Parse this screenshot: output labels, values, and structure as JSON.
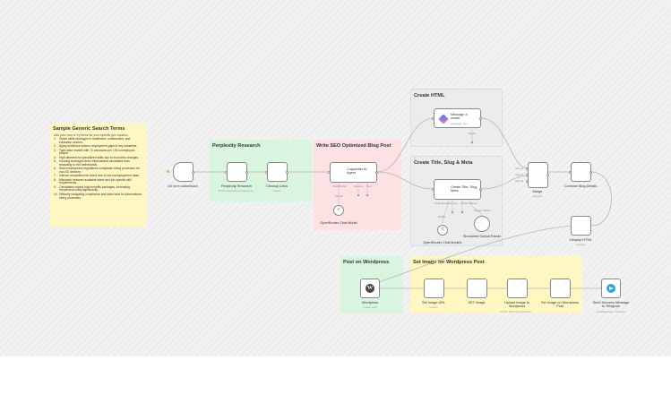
{
  "note": {
    "title": "Sample Generic Search Terms",
    "subtitle": "Add your own or try these for your specific gen location.",
    "items": [
      {
        "num": "1.",
        "text": "Green skills shortages in healthcare, construction, and education sectors."
      },
      {
        "num": "2.",
        "text": "Aging workforce widens employment gaps in key industries."
      },
      {
        "num": "3.",
        "text": "Tight labor market with 70 vacancies per 100 unemployed people."
      },
      {
        "num": "4.",
        "text": "High demand for specialized skills due to economic changes."
      },
      {
        "num": "5.",
        "text": "Housing shortages deter international candidates from relocating to the Netherlands."
      },
      {
        "num": "6.",
        "text": "Strict employment regulations complicate hiring processes for non-EU workers."
      },
      {
        "num": "7.",
        "text": "Intense competition for talent due to low unemployment rates."
      },
      {
        "num": "8.",
        "text": "Mismatch between available talent and job-specific skill requirements."
      },
      {
        "num": "9.",
        "text": "Candidates expect high benefits packages, increasing recruitment costs significantly."
      },
      {
        "num": "10.",
        "text": "Difficulty navigating compliance and labor laws for international hiring processes."
      }
    ]
  },
  "groups": {
    "perplexity": "Perplexity Research",
    "seo": "Write SEO Optimized Blog Post",
    "create_html": "Create HTML",
    "slug": "Create Title, Slug & Meta",
    "wordpress": "Post on Wordpress",
    "image": "Set Image for Wordpress Post"
  },
  "nodes": {
    "form": {
      "label": "On form submission"
    },
    "perplexity": {
      "label": "Perplexity Research",
      "sub": "POST: https://api.perplexity.ai..."
    },
    "cleanup_links": {
      "label": "Cleanup Links",
      "sub": "extract"
    },
    "copywriter": {
      "label": "Copywriter AI Agent"
    },
    "openrouter1": {
      "label": "OpenRouter Chat Model"
    },
    "message_model": {
      "label": "Message a model",
      "sub": "message: mo..."
    },
    "title_slug": {
      "label": "Create Title, Slug, Meta"
    },
    "openrouter2": {
      "label": "OpenRouter Chat Model1"
    },
    "structured_parser": {
      "label": "Structured Output Parser"
    },
    "merge": {
      "label": "Merge",
      "sub": "append"
    },
    "combine": {
      "label": "Combine Blog Details"
    },
    "cleanup_html": {
      "label": "Cleanup HTML",
      "sub": "rename"
    },
    "wordpress": {
      "label": "Wordpress",
      "sub": "create: post"
    },
    "set_image_url": {
      "label": "Set Image URL",
      "sub": "extract"
    },
    "get_image": {
      "label": "GET Image"
    },
    "upload_image": {
      "label": "Upload Image to Wordpress",
      "sub": "POST: https://yourwebsite..."
    },
    "set_on_post": {
      "label": "Set Image on Wordpress Post"
    },
    "telegram": {
      "label": "Send Success Message to Telegram",
      "sub": "sendMessage: message"
    }
  },
  "ports": {
    "chat_model_req": "Chat Model*",
    "memory": "Memory",
    "tool": "Tool",
    "model_req": "Model*",
    "model": "Model",
    "chat_model": "Chat Model",
    "memory2": "Memory",
    "output_parser": "Output Parser",
    "model2": "Model",
    "output_parser2": "Output Parser",
    "input1": "Input 1",
    "input2": "Input 2",
    "input3": "Input 3"
  },
  "colors": {
    "yellow": "#fff7c2",
    "green": "#daf5df",
    "red": "#fde2e4",
    "grey": "#ececec",
    "trigger": "#f7a14e",
    "telegram": "#2ca5e0"
  }
}
